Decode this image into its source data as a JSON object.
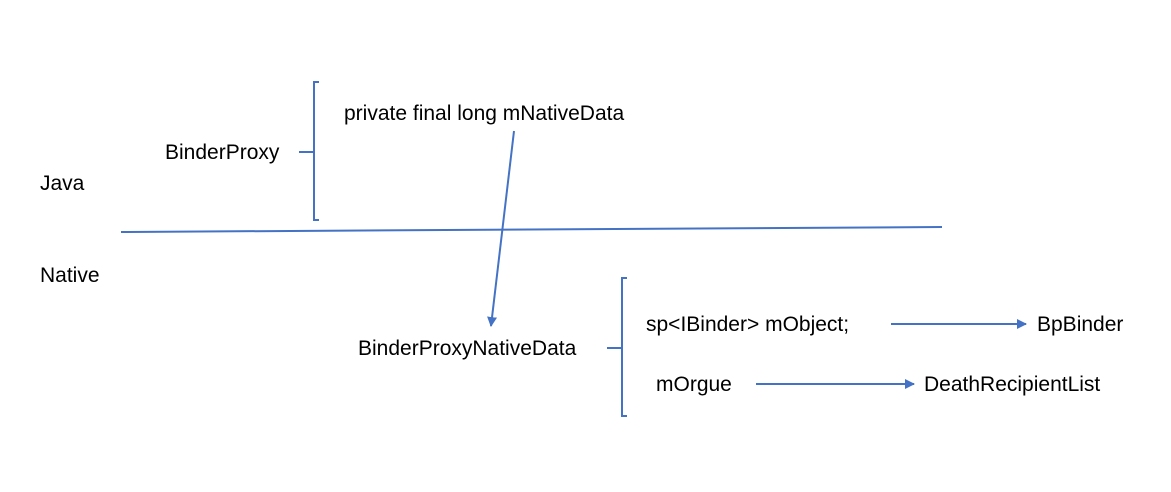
{
  "layers": {
    "java": "Java",
    "native": "Native"
  },
  "binder_proxy": {
    "name": "BinderProxy",
    "field": "private final long mNativeData"
  },
  "native_data": {
    "name": "BinderProxyNativeData",
    "fields": [
      {
        "label": "sp<IBinder> mObject;",
        "target": "BpBinder"
      },
      {
        "label": "mOrgue",
        "target": "DeathRecipientList"
      }
    ]
  },
  "colors": {
    "line": "#4472c4",
    "text": "#000000",
    "background": "#ffffff"
  }
}
